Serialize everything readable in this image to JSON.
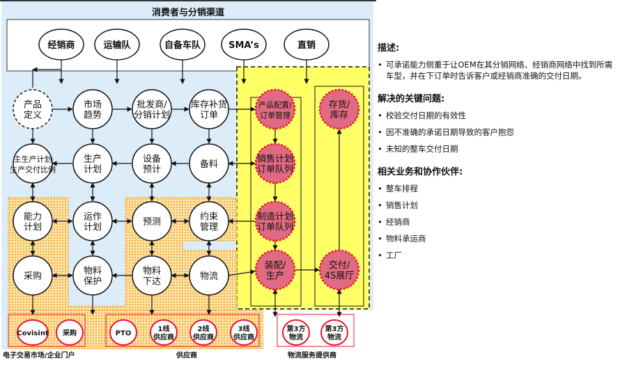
{
  "channel_title": "消费者与分销渠道",
  "channels": [
    "经销商",
    "运输队",
    "自备车队",
    "SMA’s",
    "直销"
  ],
  "nodes": {
    "product_def": [
      "产品",
      "定义"
    ],
    "market": [
      "市场",
      "趋势"
    ],
    "wholesale": [
      "批发商/",
      "分销计划"
    ],
    "restock": [
      "库存补货",
      "订单"
    ],
    "config": [
      "产品配置/",
      "订单管理"
    ],
    "inventory": [
      "存货/",
      "库存"
    ],
    "master_plan": [
      "主生产计划",
      "生产交付比例"
    ],
    "prod_plan": [
      "生产",
      "计划"
    ],
    "equip": [
      "设备",
      "预计"
    ],
    "material_prep": [
      "备料"
    ],
    "sales_plan": [
      "销售计划",
      "订单队列"
    ],
    "capacity": [
      "能力",
      "计划"
    ],
    "ops_plan": [
      "运作",
      "计划"
    ],
    "forecast": [
      "预测"
    ],
    "constraint": [
      "约束",
      "管理"
    ],
    "mfg_plan": [
      "制造计划",
      "订单队列"
    ],
    "purchase": [
      "采购"
    ],
    "mat_protect": [
      "物料",
      "保护"
    ],
    "mat_release": [
      "物料",
      "下达"
    ],
    "logistics": [
      "物流"
    ],
    "assembly": [
      "装配/",
      "生产"
    ],
    "delivery": [
      "交付/",
      "4S展厅"
    ]
  },
  "bottom_nodes": {
    "covisint": "Covisint",
    "caigou": "采购",
    "pto": "PTO",
    "tier1": [
      "1线",
      "供应商"
    ],
    "tier2": [
      "2线",
      "供应商"
    ],
    "tier3": [
      "3线",
      "供应商"
    ],
    "tpl1": [
      "第3方",
      "物流"
    ],
    "tpl2": [
      "第3方",
      "物流"
    ]
  },
  "bottom_labels": {
    "portal": "电子交易市场/企业门户",
    "supplier": "供应商",
    "logistics_provider": "物流服务提供商"
  },
  "panel": {
    "desc_title": "描述:",
    "desc_items": [
      "可承诺能力侧重于让OEM在其分销网络、经销商网络中找到所需车型，并在下订单时告诉客户或经销商准确的交付日期。"
    ],
    "issues_title": "解决的关键问题:",
    "issues_items": [
      "校验交付日期的有效性",
      "因不准确的承诺日期导致的客户抱怨",
      "未知的整车交付日期"
    ],
    "partners_title": "相关业务和协作伙伴:",
    "partners_items": [
      "整车排程",
      "销售计划",
      "经销商",
      "物料承运商",
      "工厂"
    ]
  },
  "colors": {
    "light_blue": "#dcecf8",
    "yellow": "#ffff66",
    "orange": "#f5a623",
    "red_fill": "#e06a82",
    "red_stroke": "#e8142b",
    "dark": "#111111"
  }
}
